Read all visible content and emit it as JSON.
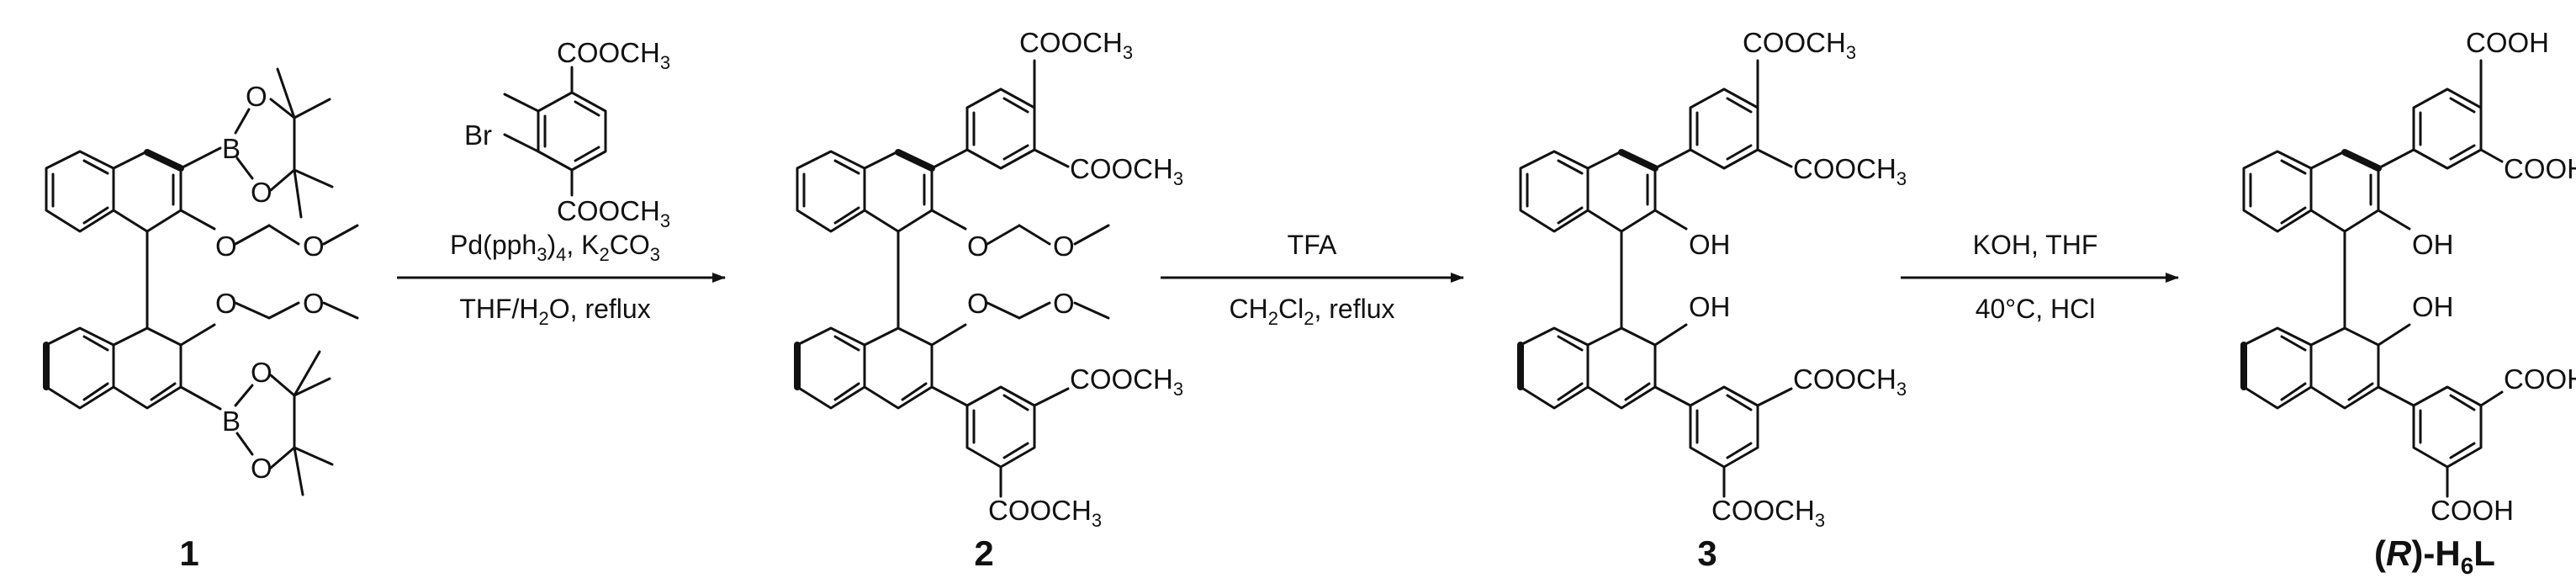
{
  "compounds": [
    {
      "number": "1"
    },
    {
      "number": "2"
    },
    {
      "number": "3"
    },
    {
      "number_italic": "R",
      "number_mid": "-H",
      "number_sub": "6",
      "number_tail": "L"
    }
  ],
  "atoms": {
    "B": "B",
    "O": "O",
    "Br": "Br",
    "OH": "OH",
    "ester_main": "COOCH",
    "ester_sub": "3",
    "acid": "COOH"
  },
  "steps": [
    {
      "above": [
        "Pd(pph",
        "3",
        ")",
        "4",
        ", K",
        "2",
        "CO",
        "3"
      ],
      "below": [
        "THF/H",
        "2",
        "O, reflux"
      ]
    },
    {
      "above": [
        "TFA"
      ],
      "below": [
        "CH",
        "2",
        "Cl",
        "2",
        ", reflux"
      ]
    },
    {
      "above": [
        "KOH, THF"
      ],
      "below": [
        "40°C, HCl"
      ]
    }
  ]
}
